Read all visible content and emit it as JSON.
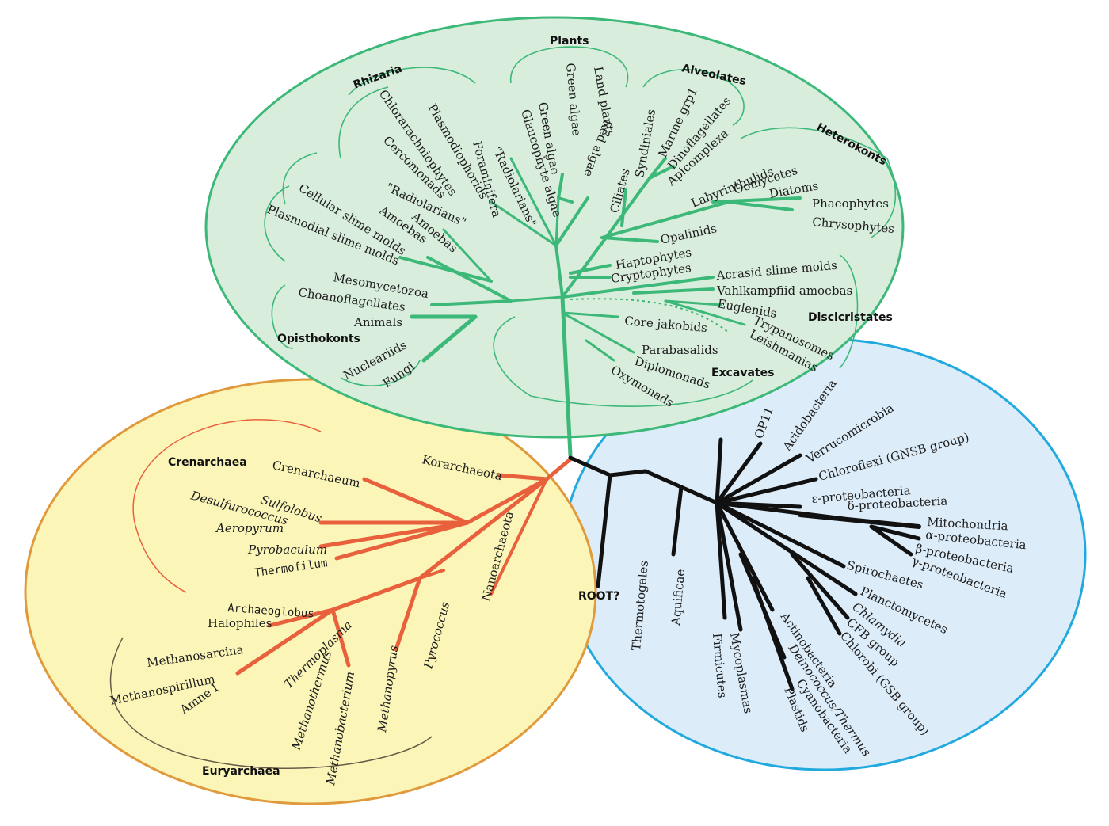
{
  "colors": {
    "eukarya_fill": "#d8eddc",
    "eukarya_stroke": "#3cb878",
    "archaea_fill": "#fbf5b8",
    "archaea_stroke": "#e09a3c",
    "archaea_branch": "#e8603c",
    "bacteria_fill": "#dcecf8",
    "bacteria_stroke": "#22aadf",
    "bacteria_branch": "#111111"
  },
  "groups": {
    "rhizaria": "Rhizaria",
    "plants": "Plants",
    "alveolates": "Alveolates",
    "heterokonts": "Heterokonts",
    "discicristates": "Discicristates",
    "excavates": "Excavates",
    "opisthokonts": "Opisthokonts",
    "crenarchaea": "Crenarchaea",
    "euryarchaea": "Euryarchaea"
  },
  "eukarya": {
    "chlorarachniophytes": "Chlorarachniophytes",
    "plasmodiophorids": "Plasmodiophorids",
    "cercomonads": "Cercomonads",
    "foraminifera": "Foraminifera",
    "radiolarians1": "\"Radiolarians\"",
    "radiolarians2": "\"Radiolarians\"",
    "green_algae1": "Green algae",
    "land_plants": "Land plants",
    "green_algae2": "Green algae",
    "red_algae": "Red algae",
    "glaucophyte_algae": "Glaucophyte algae",
    "ciliates": "Ciliates",
    "syndiniales": "Syndiniales",
    "marine_grp1": "Marine grp1",
    "dinoflagellates": "Dinoflagellates",
    "apicomplexa": "Apicomplexa",
    "labyrinthulids": "Labyrinthulids",
    "oomycetes": "Oomycetes",
    "diatoms": "Diatoms",
    "phaeophytes": "Phaeophytes",
    "chrysophytes": "Chrysophytes",
    "opalinids": "Opalinids",
    "haptophytes": "Haptophytes",
    "cryptophytes": "Cryptophytes",
    "cellular_slime_molds": "Cellular slime molds",
    "amoebas1": "Amoebas",
    "amoebas2": "Amoebas",
    "plasmodial_slime_molds": "Plasmodial slime molds",
    "mesomycetozoa": "Mesomycetozoa",
    "choanoflagellates": "Choanoflagellates",
    "animals": "Animals",
    "nucleariids": "Nucleariids",
    "fungi": "Fungi",
    "acrasid": "Acrasid slime molds",
    "vahlkampfiid": "Vahlkampfiid amoebas",
    "euglenids": "Euglenids",
    "trypanosomes": "Trypanosomes",
    "leishmanias": "Leishmanias",
    "core_jakobids": "Core jakobids",
    "parabasalids": "Parabasalids",
    "diplomonads": "Diplomonads",
    "oxymonads": "Oxymonads"
  },
  "archaea": {
    "korarchaeota": "Korarchaeota",
    "crenarchaeum": "Crenarchaeum",
    "sulfolobus": "Sulfolobus",
    "desulfurococcus": "Desulfurococcus",
    "aeropyrum": "Aeropyrum",
    "pyrobaculum": "Pyrobaculum",
    "thermofilum": "Thermofilum",
    "archaeoglobus": "Archaeoglobus",
    "halophiles": "Halophiles",
    "methanosarcina": "Methanosarcina",
    "methanospirillum": "Methanospirillum",
    "amne": "Amne I",
    "thermoplasma": "Thermoplasma",
    "methanothermus": "Methanothermus",
    "methanobacterium": "Methanobacterium",
    "methanopyrus": "Methanopyrus",
    "pyrococcus": "Pyrococcus",
    "nanoarchaeota": "Nanoarchaeota"
  },
  "bacteria": {
    "root": "ROOT?",
    "thermotogales": "Thermotogales",
    "aquificae": "Aquificae",
    "op11": "OP11",
    "acidobacteria": "Acidobacteria",
    "verrucomicrobia": "Verrucomicrobia",
    "chloroflexi": "Chloroflexi (GNSB group)",
    "epsilon": "ε-proteobacteria",
    "delta": "δ-proteobacteria",
    "mitochondria": "Mitochondria",
    "alpha": "α-proteobacteria",
    "beta": "β-proteobacteria",
    "gamma": "γ-proteobacteria",
    "spirochaetes": "Spirochaetes",
    "planctomycetes": "Planctomycetes",
    "chlamydia": "Chlamydia",
    "cfb": "CFB group",
    "chlorobi": "Chlorobi (GSB group)",
    "firmicutes": "Firmicutes",
    "mycoplasmas": "Mycoplasmas",
    "actinobacteria": "Actinobacteria",
    "deinococcus": "Deinococcus/Thermus",
    "cyanobacteria": "Cyanobacteria",
    "plastids": "Plastids"
  }
}
